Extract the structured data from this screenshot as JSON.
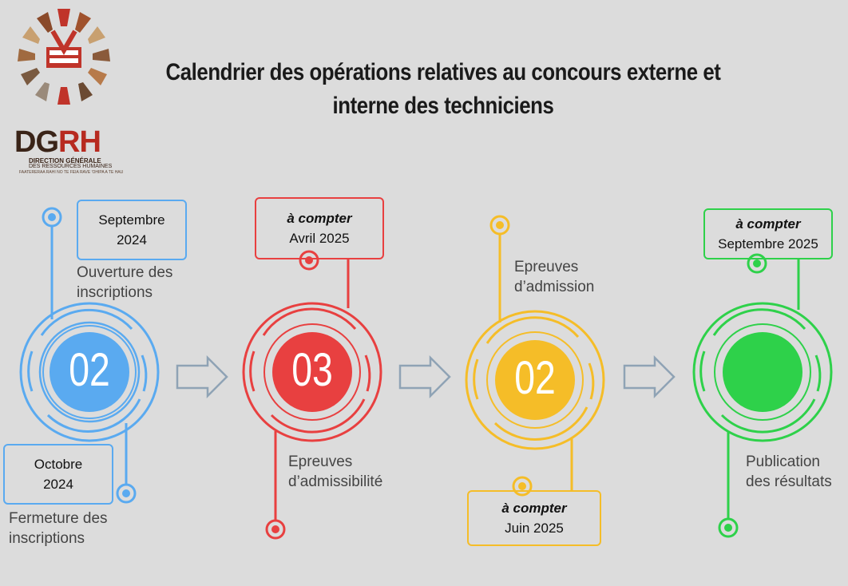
{
  "header": {
    "title_line1": "Calendrier des opérations relatives au concours externe et",
    "title_line2": "interne des techniciens"
  },
  "logo": {
    "name_dg": "DG",
    "name_rh": "RH",
    "subtitle_line1": "DIRECTION GÉNÉRALE",
    "subtitle_line2": "DES RESSOURCES HUMAINES",
    "subtitle_line3": "FAATERERAA RAHI NO TE FEIA RAVE 'OHIPA A TE HAU"
  },
  "colors": {
    "blue": "#5aaaf0",
    "red": "#e84040",
    "yellow": "#f5bd28",
    "green": "#2ed14a",
    "arrow": "#8fa3b5"
  },
  "steps": [
    {
      "number": "02",
      "top_date_line1": "Septembre",
      "top_date_line2": "2024",
      "top_label": "Ouverture des inscriptions",
      "bottom_date_line1": "Octobre",
      "bottom_date_line2": "2024",
      "bottom_label": "Fermeture des inscriptions"
    },
    {
      "number": "03",
      "top_date_prefix": "à compter",
      "top_date_line2": "Avril 2025",
      "bottom_label": "Epreuves d’admissibilité"
    },
    {
      "number": "02",
      "top_label": "Epreuves d’admission",
      "bottom_date_prefix": "à compter",
      "bottom_date_line2": "Juin 2025"
    },
    {
      "number": "",
      "top_date_prefix": "à compter",
      "top_date_line2": "Septembre 2025",
      "bottom_label": "Publication des résultats"
    }
  ],
  "icons": [
    "logo-emblem",
    "arrow-right-icon"
  ]
}
